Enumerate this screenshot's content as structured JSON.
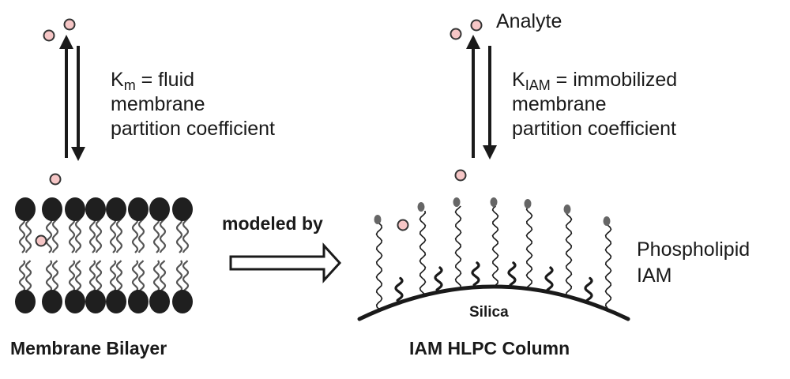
{
  "left": {
    "coefficient_symbol": "K",
    "coefficient_subscript": "m",
    "coefficient_text": " = fluid",
    "coefficient_line2": "membrane",
    "coefficient_line3": "partition coefficient",
    "caption": "Membrane Bilayer"
  },
  "center": {
    "arrow_label": "modeled by"
  },
  "right": {
    "analyte_label": "Analyte",
    "coefficient_symbol": "K",
    "coefficient_subscript": "IAM",
    "coefficient_text": " = immobilized",
    "coefficient_line2": "membrane",
    "coefficient_line3": "partition coefficient",
    "support_label": "Silica",
    "phase_line1": "Phospholipid",
    "phase_line2": "IAM",
    "caption": "IAM HLPC Column"
  },
  "colors": {
    "ink": "#1a1a1a",
    "analyte_fill": "#f6c6c6",
    "headgroup": "#1f1f1f",
    "tail": "#555555",
    "iam_head": "#666666",
    "arrow_fill": "#ffffff"
  }
}
